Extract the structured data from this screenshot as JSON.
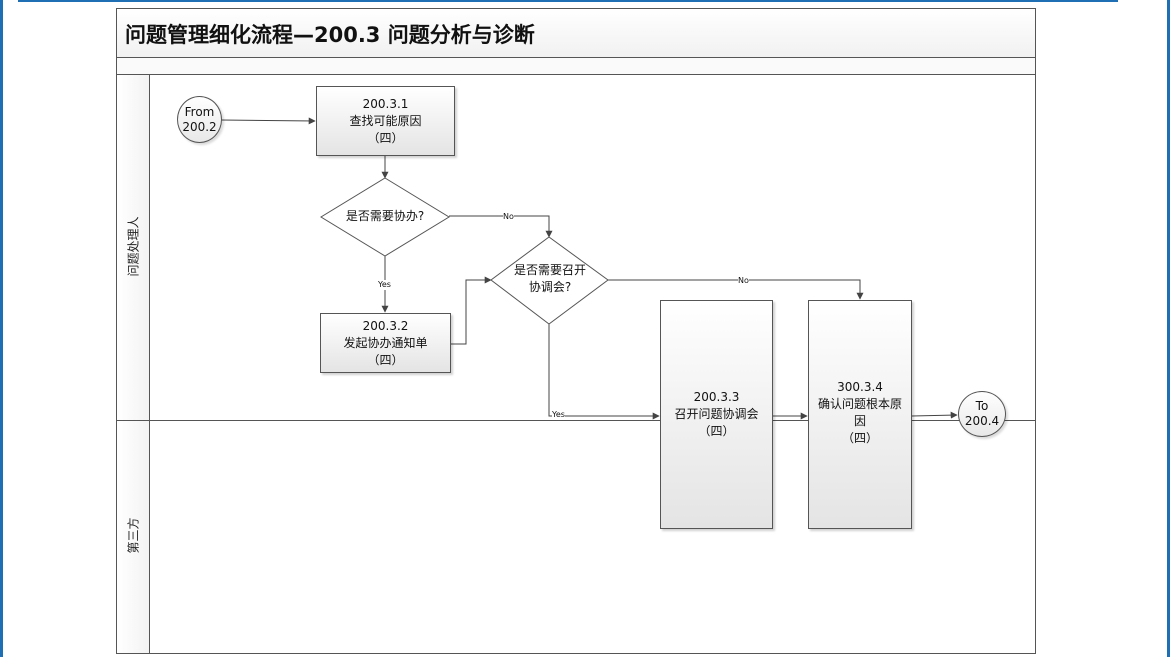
{
  "title": "问题管理细化流程—200.3 问题分析与诊断",
  "lanes": {
    "handler": "问题处理人",
    "third_party": "第三方"
  },
  "connectors": {
    "from": {
      "line1": "From",
      "line2": "200.2"
    },
    "to": {
      "line1": "To",
      "line2": "200.4"
    }
  },
  "steps": {
    "s1": {
      "id": "200.3.1",
      "name": "查找可能原因",
      "role": "（四）"
    },
    "s2": {
      "id": "200.3.2",
      "name": "发起协办通知单",
      "role": "（四）"
    },
    "s3": {
      "id": "200.3.3",
      "name": "召开问题协调会",
      "role": "（四）"
    },
    "s4": {
      "id": "300.3.4",
      "name1": "确认问题根本原",
      "name2": "因",
      "role": "（四）"
    }
  },
  "decisions": {
    "d1": {
      "text": "是否需要协办?"
    },
    "d2": {
      "line1": "是否需要召开",
      "line2": "协调会?"
    }
  },
  "edge_labels": {
    "d1_no": "No",
    "d1_yes": "Yes",
    "d2_no": "No",
    "d2_yes": "Yes"
  },
  "colors": {
    "accent": "#1f6fb4",
    "line": "#444444"
  }
}
